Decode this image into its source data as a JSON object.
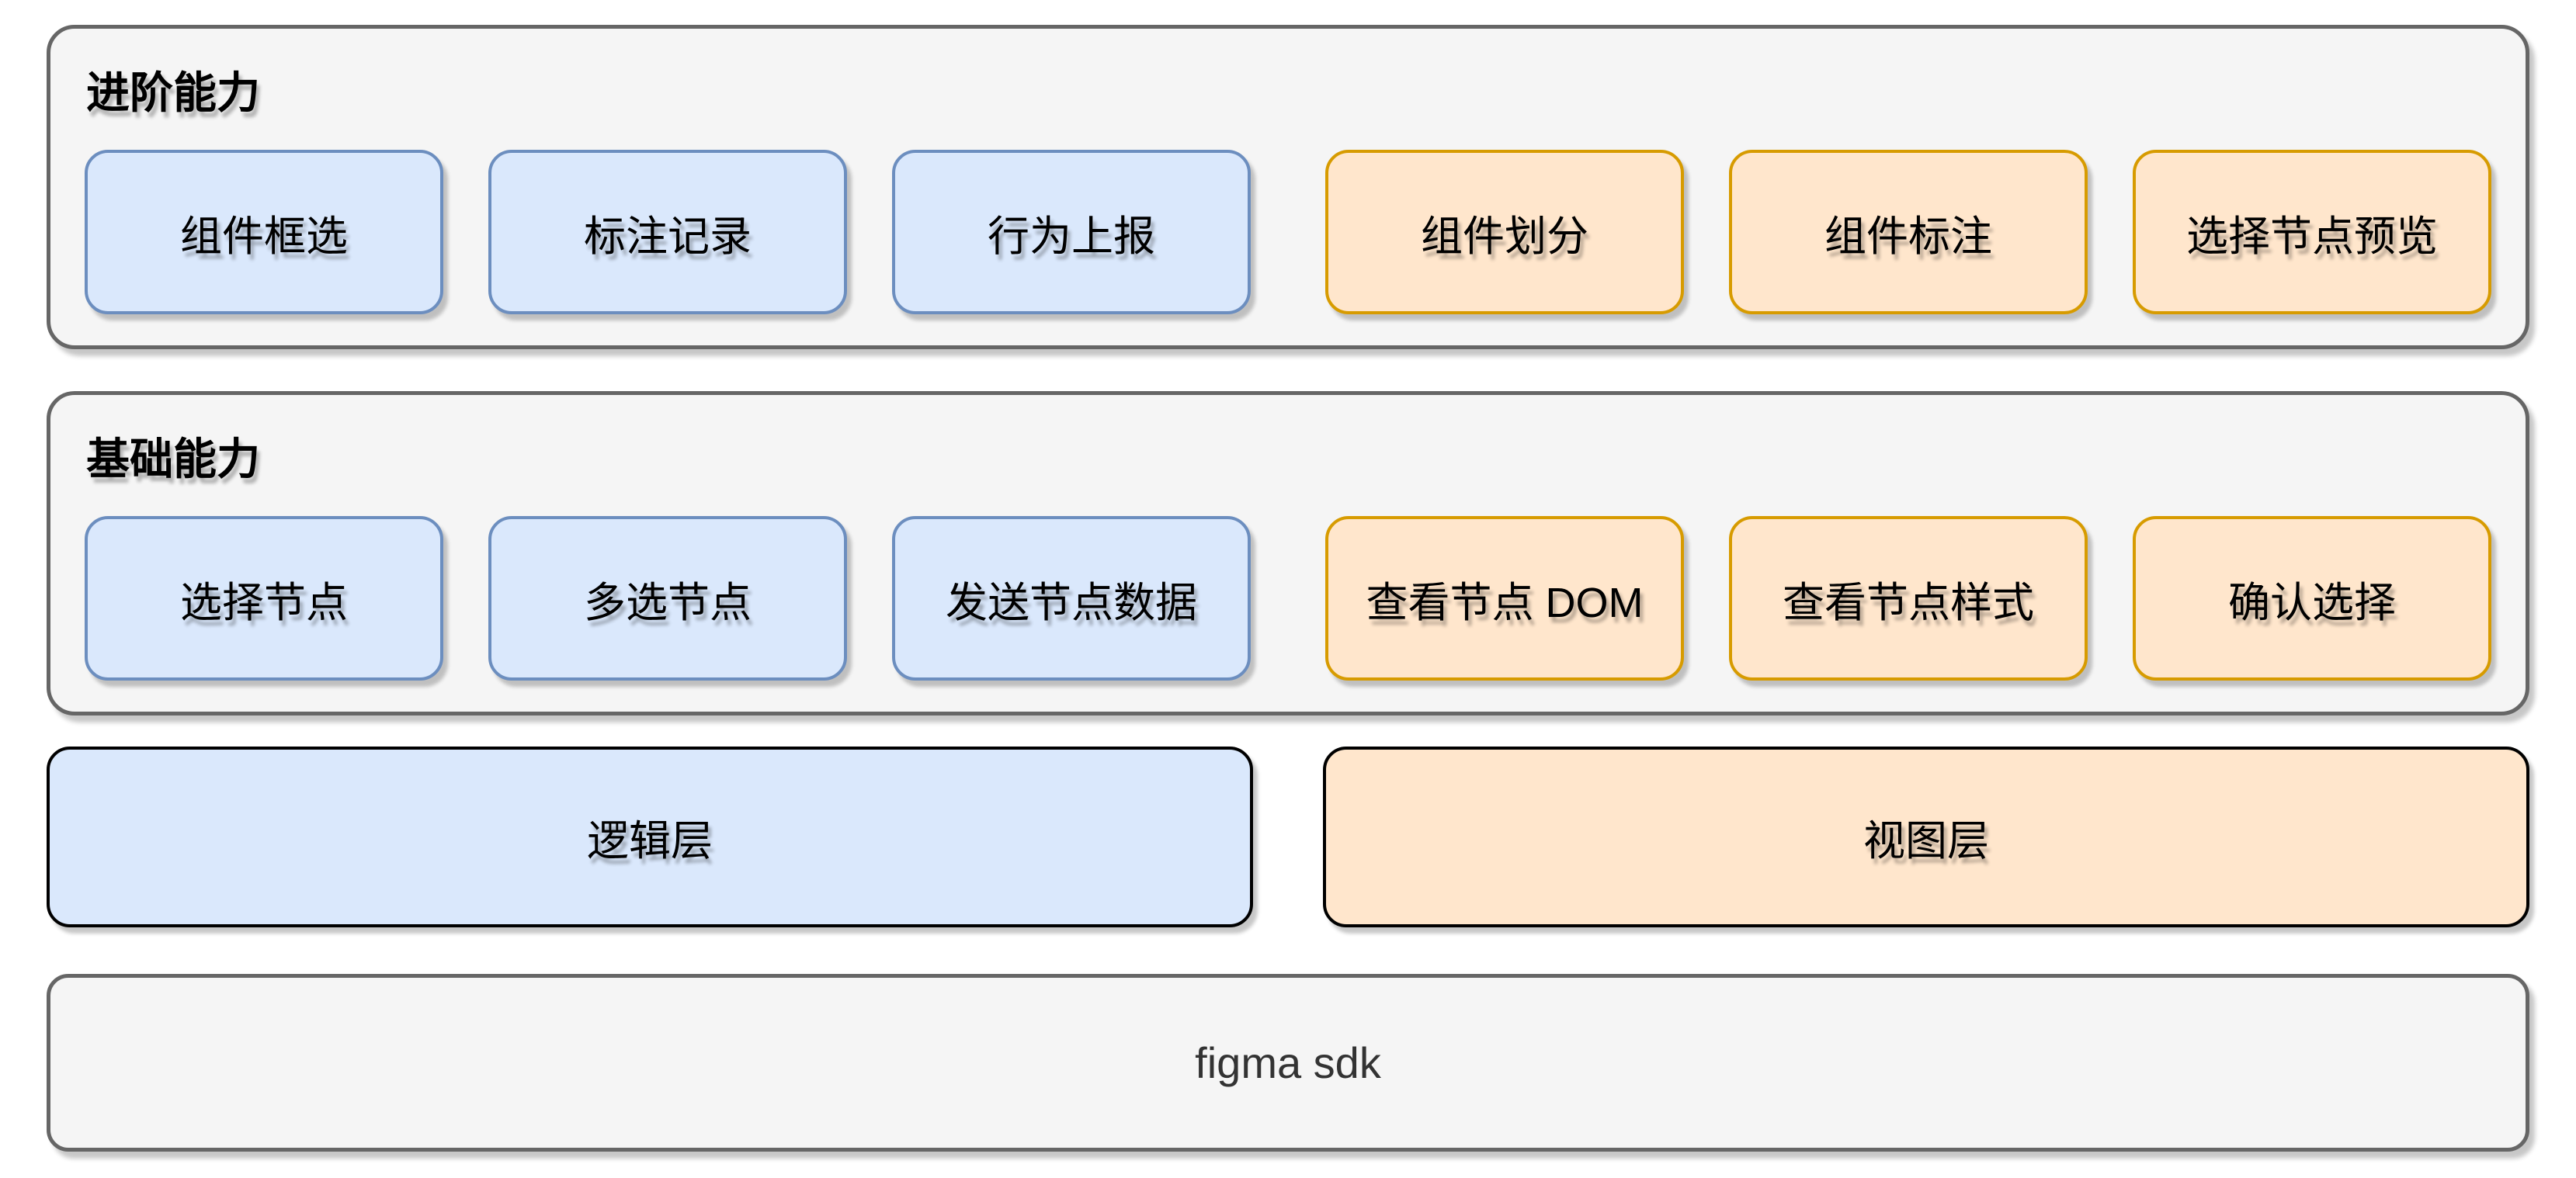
{
  "diagram": {
    "sections": [
      {
        "title": "进阶能力",
        "boxes": [
          {
            "label": "组件框选",
            "type": "blue"
          },
          {
            "label": "标注记录",
            "type": "blue"
          },
          {
            "label": "行为上报",
            "type": "blue"
          },
          {
            "label": "组件划分",
            "type": "orange"
          },
          {
            "label": "组件标注",
            "type": "orange"
          },
          {
            "label": "选择节点预览",
            "type": "orange"
          }
        ]
      },
      {
        "title": "基础能力",
        "boxes": [
          {
            "label": "选择节点",
            "type": "blue"
          },
          {
            "label": "多选节点",
            "type": "blue"
          },
          {
            "label": "发送节点数据",
            "type": "blue"
          },
          {
            "label": "查看节点 DOM",
            "type": "orange"
          },
          {
            "label": "查看节点样式",
            "type": "orange"
          },
          {
            "label": "确认选择",
            "type": "orange"
          }
        ]
      }
    ],
    "layers": [
      {
        "label": "逻辑层",
        "type": "blue"
      },
      {
        "label": "视图层",
        "type": "orange"
      }
    ],
    "foundation": {
      "label": "figma sdk"
    },
    "colors": {
      "blue_fill": "#dae8fc",
      "blue_stroke": "#6c8ebf",
      "orange_fill": "#ffe6cc",
      "orange_stroke": "#d79b00",
      "container_fill": "#f5f5f5",
      "container_stroke": "#666666",
      "text": "#000000",
      "foundation_text": "#333333",
      "background": "#ffffff"
    }
  }
}
